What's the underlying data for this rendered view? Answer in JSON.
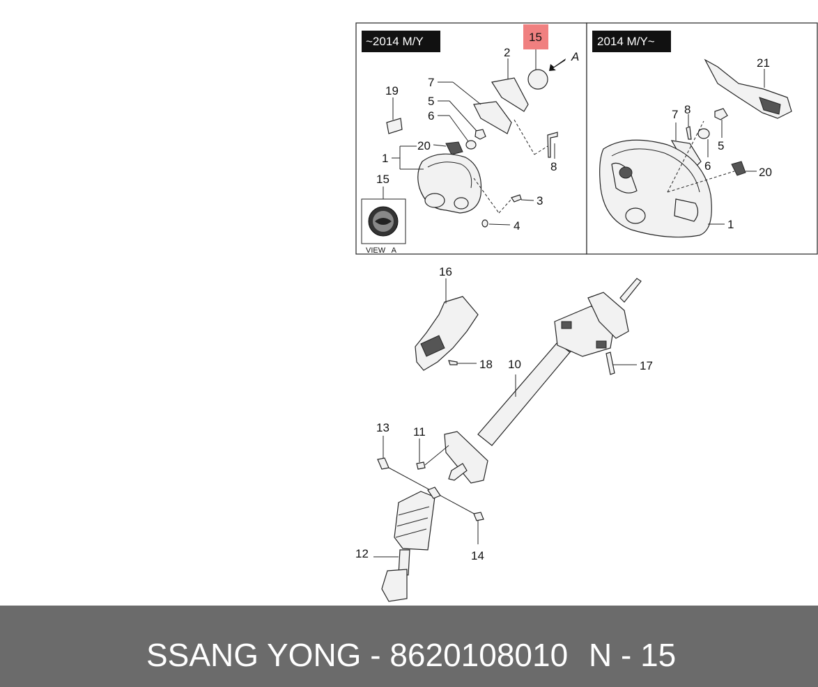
{
  "panels": {
    "left_tag": "~2014 M/Y",
    "right_tag": "2014 M/Y~",
    "view_arrow_label": "A",
    "view_label": "VIEW   A",
    "highlight_color": "#f08080"
  },
  "callouts": {
    "p2": "2",
    "p15_top": "15",
    "p7_left": "7",
    "p5_left": "5",
    "p6_left": "6",
    "p19": "19",
    "p20_left": "20",
    "p1_left": "1",
    "p8_left": "8",
    "p3": "3",
    "p4": "4",
    "p15_view": "15",
    "p21": "21",
    "p7_right": "7",
    "p8_right": "8",
    "p5_right": "5",
    "p6_right": "6",
    "p20_right": "20",
    "p1_right": "1",
    "p16": "16",
    "p18": "18",
    "p10": "10",
    "p17": "17",
    "p13": "13",
    "p11": "11",
    "p14": "14",
    "p12": "12"
  },
  "footer": {
    "brand_part": "SSANG YONG - 8620108010",
    "page_code": "N - 15",
    "background": "#6b6b6b"
  }
}
